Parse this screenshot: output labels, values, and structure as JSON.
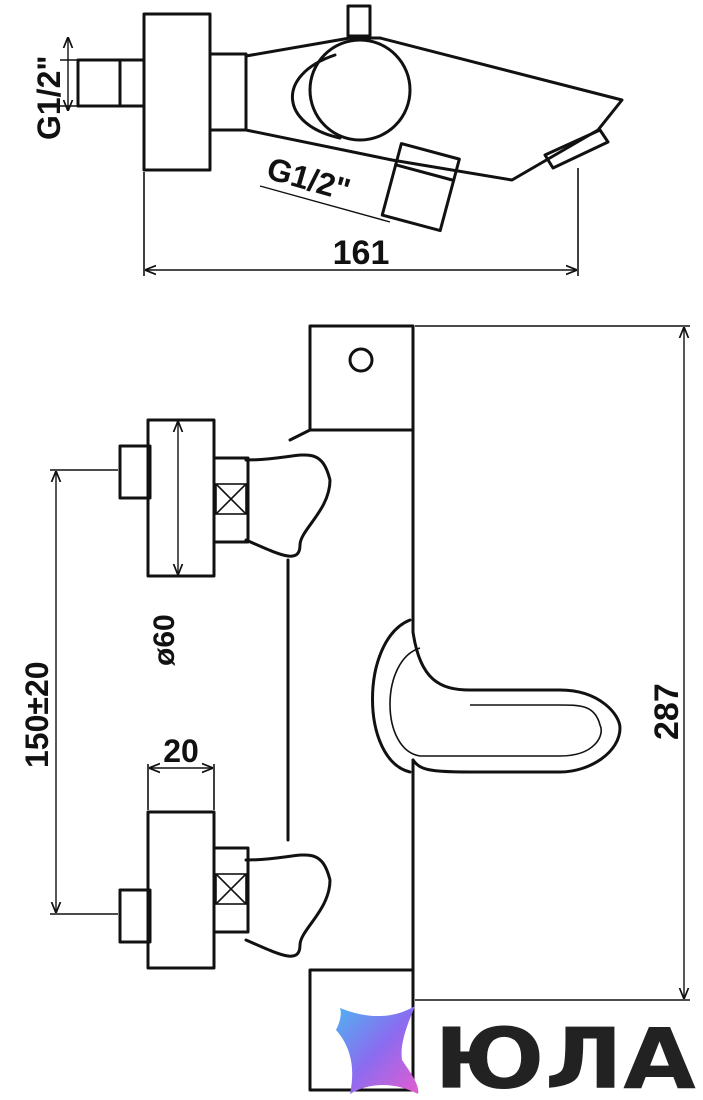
{
  "top_view": {
    "thread_inlet": "G1/2\"",
    "thread_outlet": "G1/2\"",
    "width_dim": "161"
  },
  "front_view": {
    "height_dim": "287",
    "center_spacing_dim": "150±20",
    "flange_diameter": "ø60",
    "flange_depth": "20"
  },
  "watermark": {
    "brand": "ЮЛА",
    "colors": [
      "#4fb3f0",
      "#8a6cf0",
      "#e35cd0"
    ]
  }
}
